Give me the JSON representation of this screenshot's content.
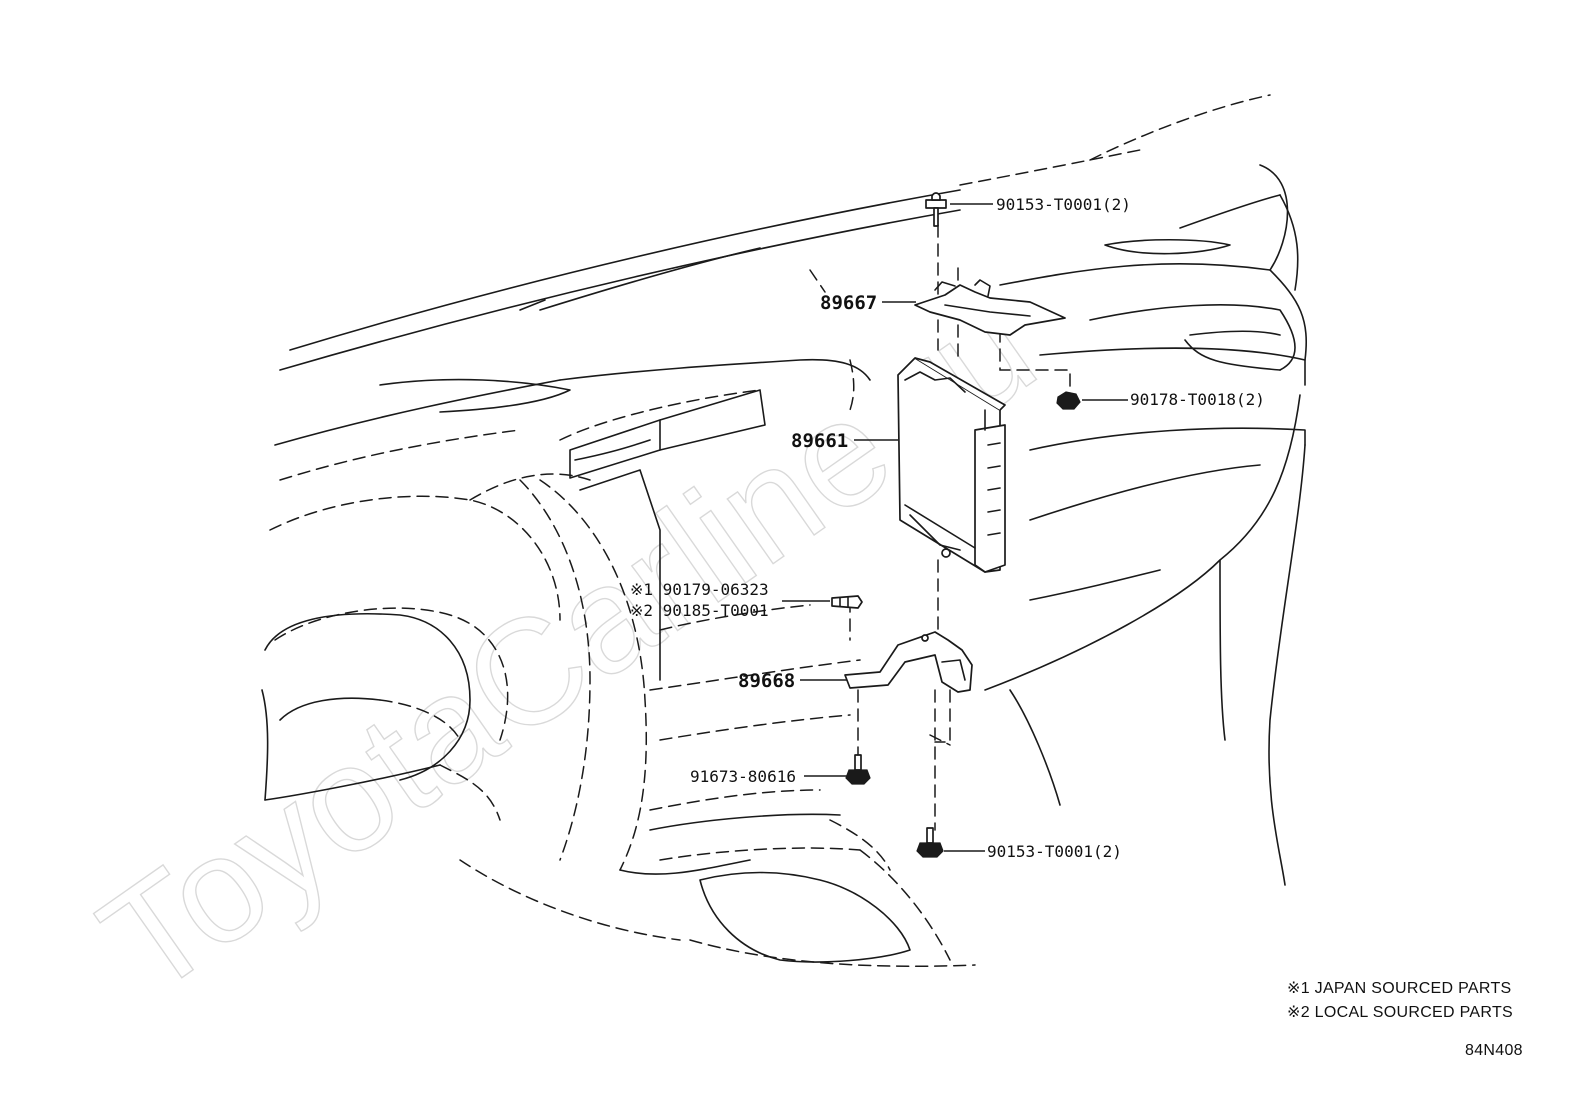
{
  "watermark": "ToyotaCarline.ru",
  "callouts": {
    "bolt_top": "90153-T0001(2)",
    "bracket_upper": "89667",
    "nut": "90178-T0018(2)",
    "ecu": "89661",
    "clip_japan": "※1 90179-06323",
    "clip_local": "※2 90185-T0001",
    "bracket_lower": "89668",
    "bolt_lower": "91673-80616",
    "bolt_bottom": "90153-T0001(2)"
  },
  "notes": {
    "note_1": "※1 JAPAN SOURCED PARTS",
    "note_2": "※2 LOCAL SOURCED PARTS"
  },
  "diagram_code": "84N408"
}
